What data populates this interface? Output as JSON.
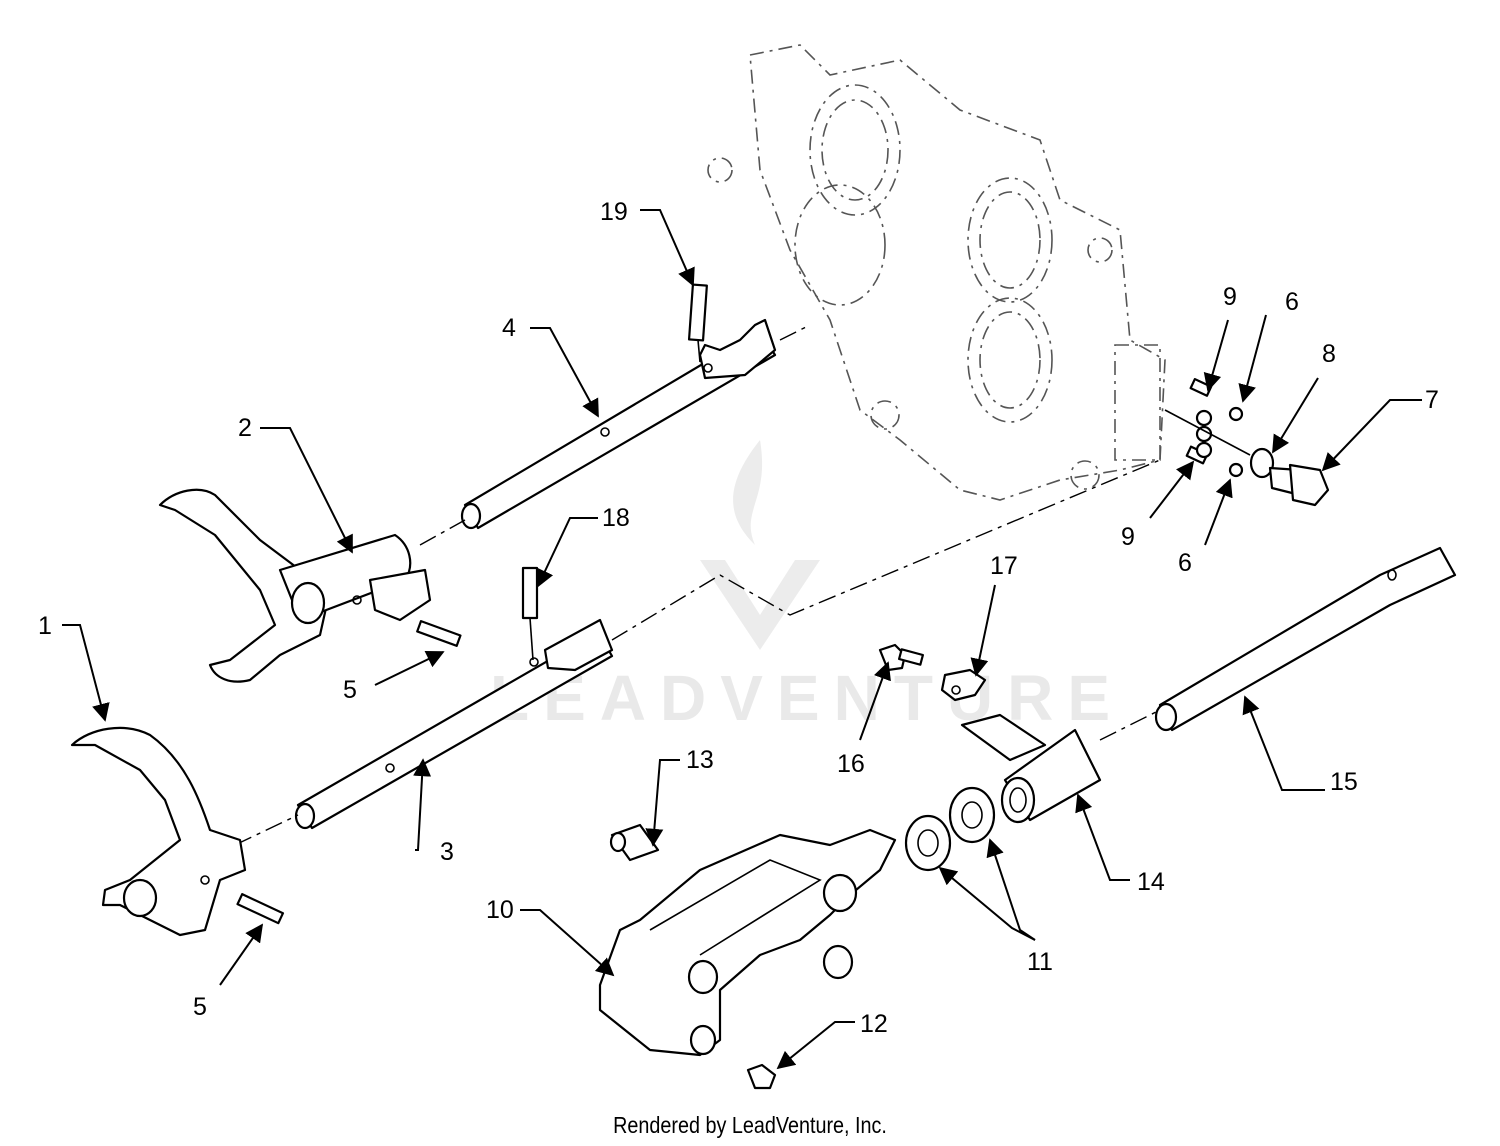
{
  "watermark": {
    "brand": "LEADVENTURE",
    "color": "#e6e6e6"
  },
  "footer": {
    "credit": "Rendered by LeadVenture, Inc."
  },
  "callouts": [
    "1",
    "2",
    "3",
    "4",
    "5",
    "5",
    "6",
    "6",
    "7",
    "8",
    "9",
    "9",
    "10",
    "11",
    "12",
    "13",
    "14",
    "15",
    "16",
    "17",
    "18",
    "19"
  ],
  "colors": {
    "line": "#000000",
    "background": "#ffffff",
    "phantom": "#555555"
  }
}
